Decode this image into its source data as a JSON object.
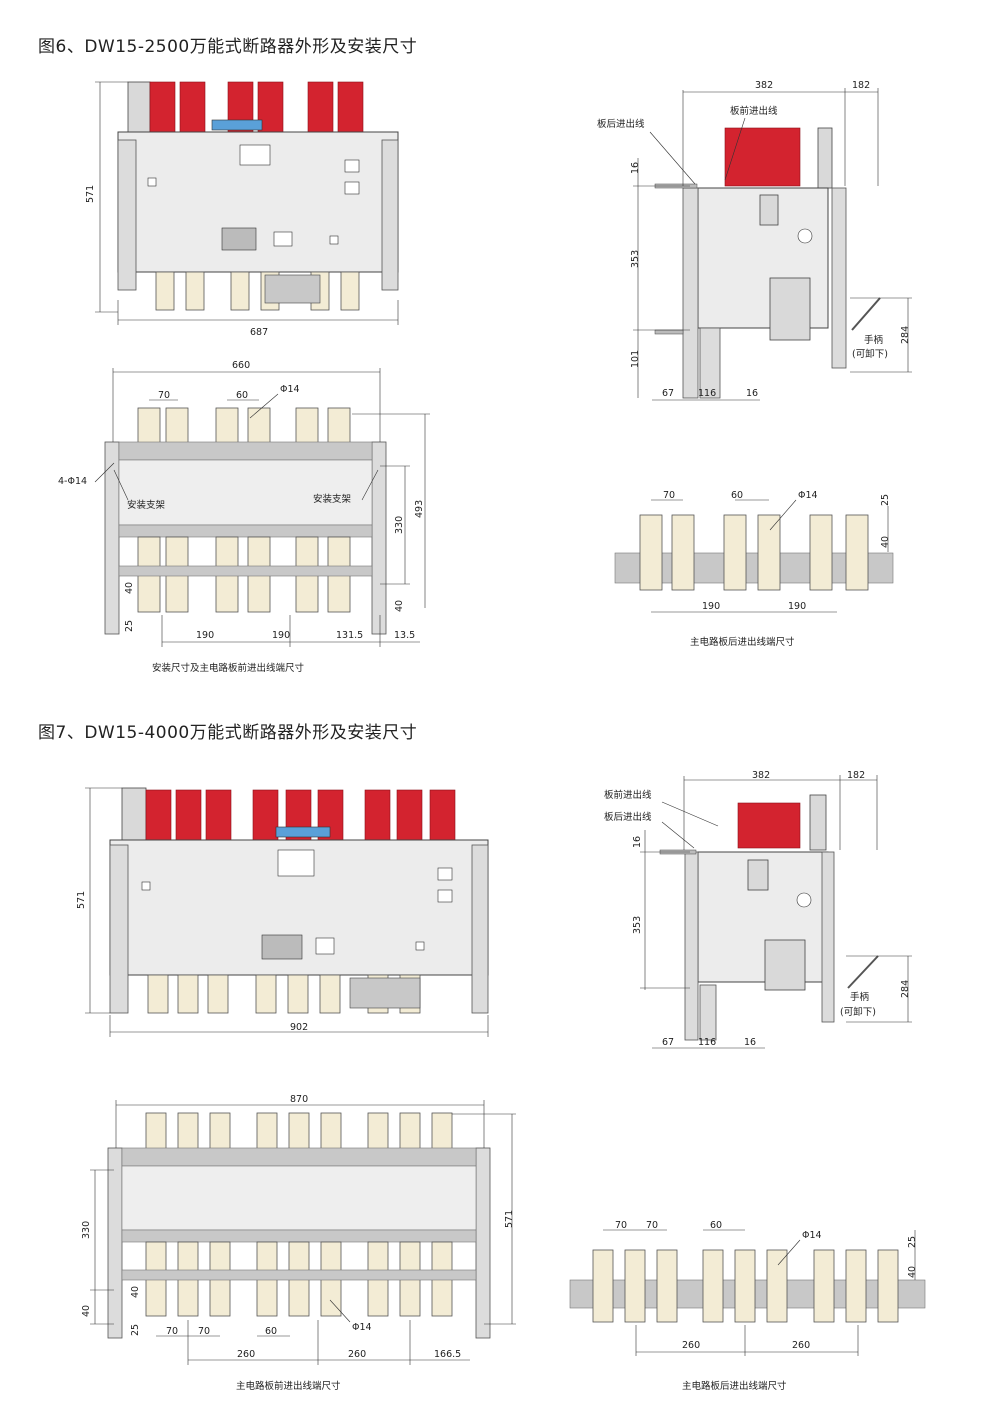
{
  "fig6": {
    "title": "图6、DW15-2500万能式断路器外形及安装尺寸",
    "front": {
      "width": "687",
      "height": "571"
    },
    "side": {
      "top_left": "382",
      "top_right": "182",
      "rear_label": "板后进出线",
      "front_label": "板前进出线",
      "v16": "16",
      "v353": "353",
      "v101": "101",
      "b67": "67",
      "b116": "116",
      "b16": "16",
      "handle": "手柄",
      "handle2": "(可卸下)",
      "h284": "284"
    },
    "mount": {
      "w660": "660",
      "d70": "70",
      "d60": "60",
      "phi14": "Φ14",
      "holes": "4-Φ14",
      "bracket": "安装支架",
      "h493": "493",
      "h330": "330",
      "v40a": "40",
      "v25": "25",
      "v40b": "40",
      "b190a": "190",
      "b190b": "190",
      "b1315": "131.5",
      "b135": "13.5",
      "caption": "安装尺寸及主电路板前进出线端尺寸"
    },
    "rear": {
      "d70": "70",
      "d60": "60",
      "phi14": "Φ14",
      "v25": "25",
      "v40": "40",
      "b190a": "190",
      "b190b": "190",
      "caption": "主电路板后进出线端尺寸"
    }
  },
  "fig7": {
    "title": "图7、DW15-4000万能式断路器外形及安装尺寸",
    "front": {
      "width": "902",
      "height": "571"
    },
    "side": {
      "top_left": "382",
      "top_right": "182",
      "front_label": "板前进出线",
      "rear_label": "板后进出线",
      "v16": "16",
      "v353": "353",
      "b67": "67",
      "b116": "116",
      "b16": "16",
      "handle": "手柄",
      "handle2": "(可卸下)",
      "h284": "284"
    },
    "mount": {
      "w870": "870",
      "h330": "330",
      "h571": "571",
      "v40": "40",
      "v40b": "40",
      "v25": "25",
      "d70a": "70",
      "d70b": "70",
      "d60": "60",
      "phi14": "Φ14",
      "b260a": "260",
      "b260b": "260",
      "b1665": "166.5",
      "caption": "主电路板前进出线端尺寸"
    },
    "rear": {
      "d70a": "70",
      "d70b": "70",
      "d60": "60",
      "phi14": "Φ14",
      "v25": "25",
      "v40": "40",
      "b260a": "260",
      "b260b": "260",
      "caption": "主电路板后进出线端尺寸"
    }
  },
  "colors": {
    "red": "#d3232f",
    "terminal": "#f3ecd5",
    "body": "#ececec"
  }
}
